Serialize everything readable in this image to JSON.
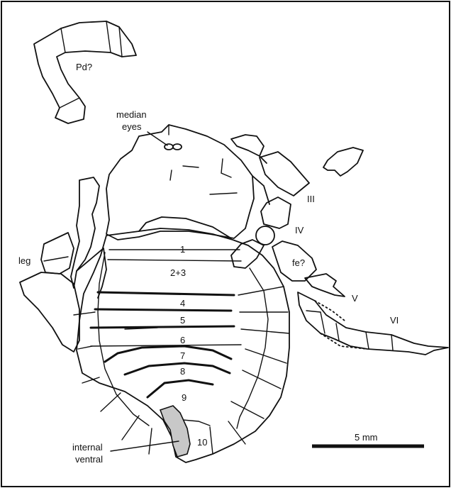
{
  "labels": {
    "pedipalp": "Pd?",
    "median_eyes_line1": "median",
    "median_eyes_line2": "eyes",
    "leg": "leg",
    "leg_iii": "III",
    "leg_iv": "IV",
    "femur": "fe?",
    "leg_v": "V",
    "leg_vi": "VI",
    "seg_1": "1",
    "seg_2_3": "2+3",
    "seg_4": "4",
    "seg_5": "5",
    "seg_6": "6",
    "seg_7": "7",
    "seg_8": "8",
    "seg_9": "9",
    "seg_10": "10",
    "internal_line1": "internal",
    "internal_line2": "ventral",
    "scale": "5 mm"
  },
  "colors": {
    "line": "#111111",
    "internal_fill": "#c8c8c8",
    "background": "#ffffff"
  }
}
